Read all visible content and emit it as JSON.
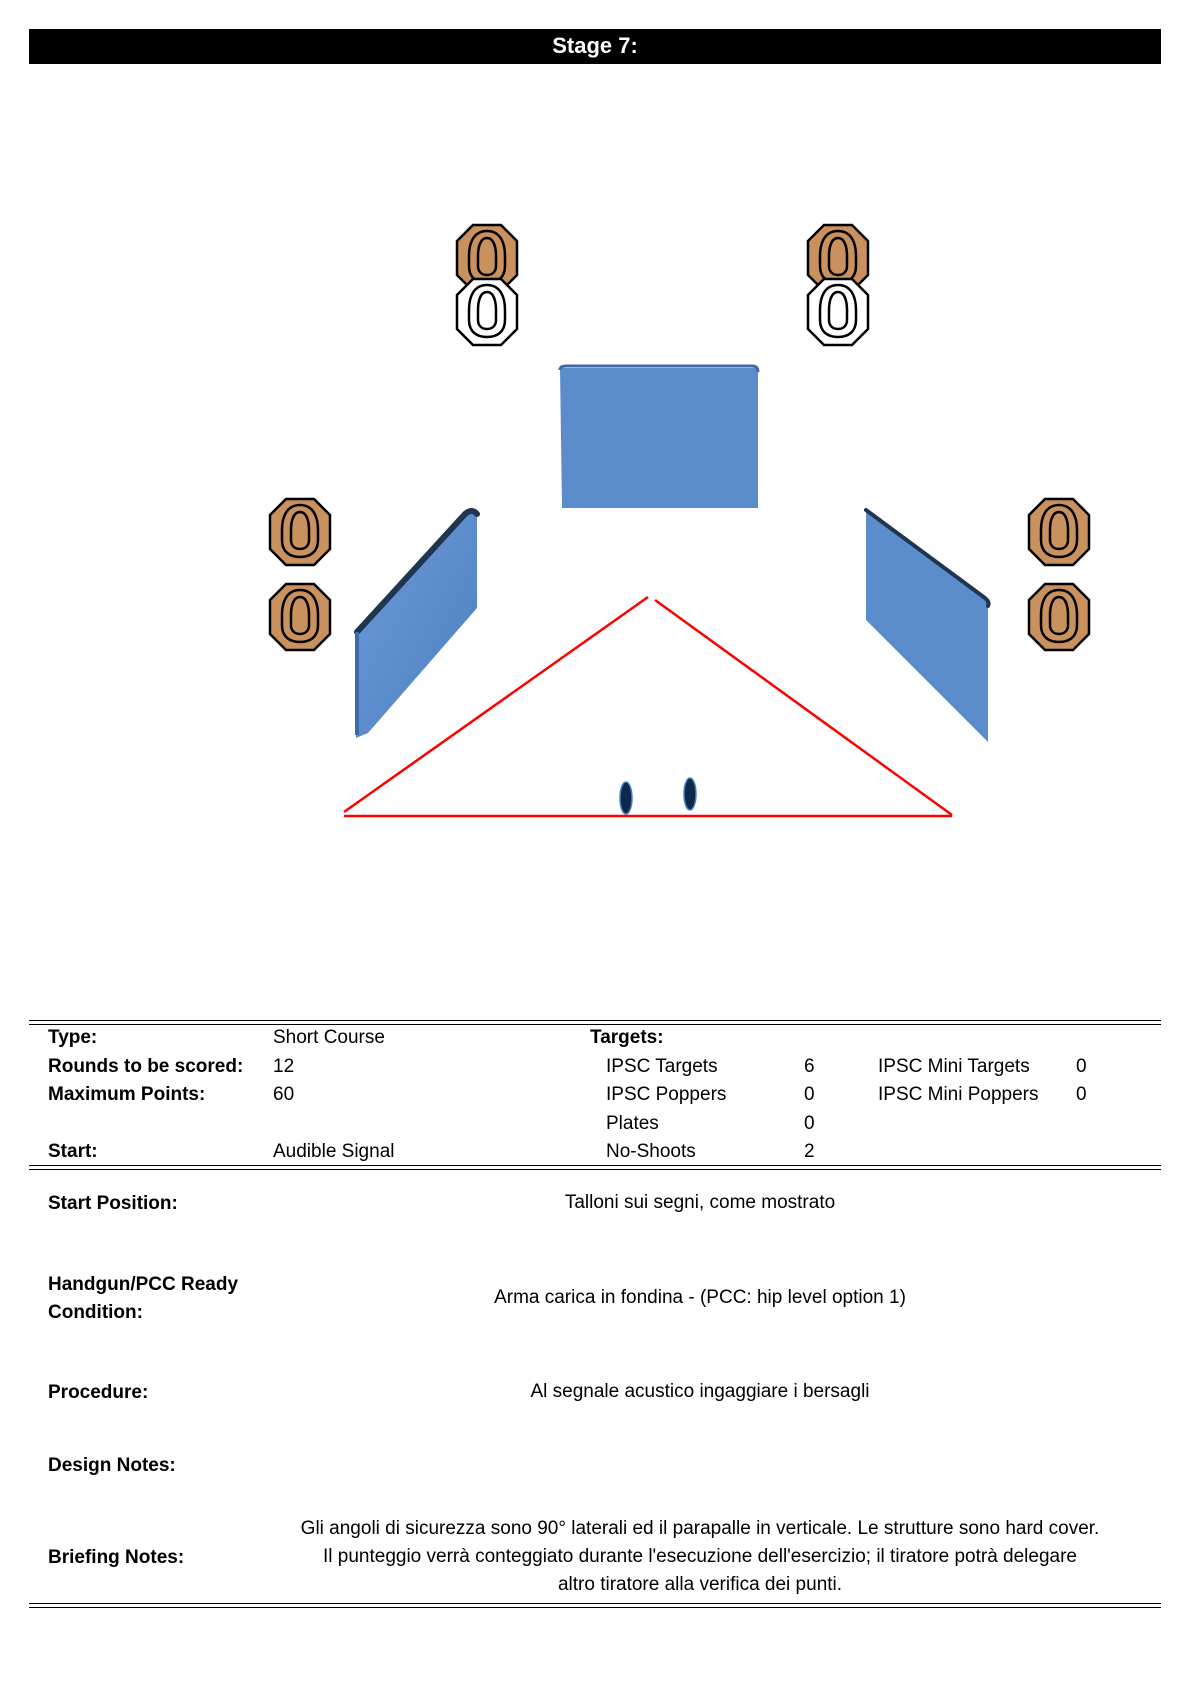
{
  "stage": {
    "title": "Stage 7:"
  },
  "diagram": {
    "colors": {
      "target_fill": "#c8915e",
      "noshoot_fill": "#ffffff",
      "barrier_fill": "#5b8ccc",
      "barrier_edge": "#1f3550",
      "fault_line": "#ff0000",
      "marker_fill": "#0d2a4a"
    }
  },
  "info": {
    "type_label": "Type:",
    "type_value": "Short Course",
    "rounds_label": "Rounds to be scored:",
    "rounds_value": "12",
    "max_points_label": "Maximum Points:",
    "max_points_value": "60",
    "start_label": "Start:",
    "start_value": "Audible Signal",
    "targets_label": "Targets:",
    "targets": {
      "ipsc_targets_label": "IPSC Targets",
      "ipsc_targets_value": "6",
      "ipsc_poppers_label": "IPSC Poppers",
      "ipsc_poppers_value": "0",
      "plates_label": "Plates",
      "plates_value": "0",
      "no_shoots_label": "No-Shoots",
      "no_shoots_value": "2",
      "mini_targets_label": "IPSC Mini Targets",
      "mini_targets_value": "0",
      "mini_poppers_label": "IPSC Mini Poppers",
      "mini_poppers_value": "0"
    }
  },
  "details": {
    "start_position_label": "Start Position:",
    "start_position_value": "Talloni sui segni, come mostrato",
    "ready_label_line1": "Handgun/PCC Ready",
    "ready_label_line2": "Condition:",
    "ready_value": "Arma carica in fondina - (PCC: hip level option 1)",
    "procedure_label": "Procedure:",
    "procedure_value": "Al segnale acustico ingaggiare i bersagli",
    "design_notes_label": "Design Notes:",
    "briefing_label": "Briefing Notes:",
    "briefing_lines": [
      "Gli angoli di sicurezza sono 90° laterali ed il parapalle in verticale. Le strutture sono hard cover.",
      "Il punteggio verrà conteggiato durante l'esecuzione dell'esercizio; il tiratore potrà delegare",
      "altro tiratore alla verifica  dei punti."
    ]
  }
}
